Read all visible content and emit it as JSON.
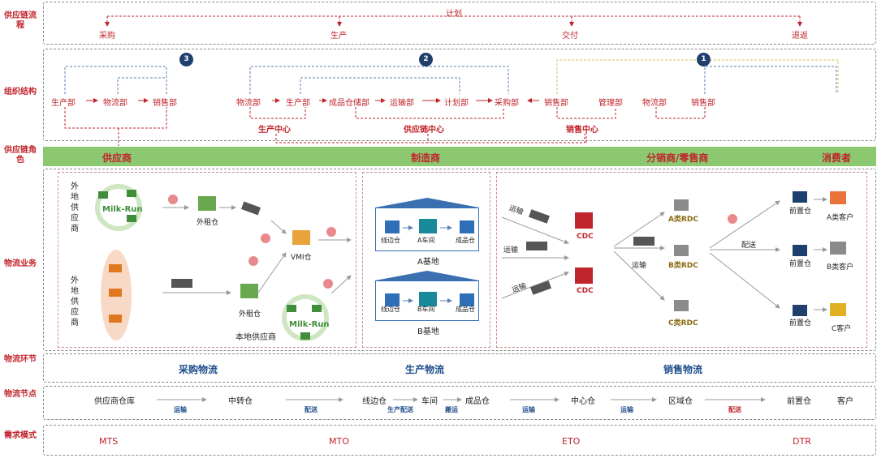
{
  "row_labels": {
    "flow": "供应链流程",
    "org": "组织结构",
    "role": "供应链角色",
    "biz": "物流业务",
    "link": "物流环节",
    "node": "物流节点",
    "demand": "需求模式"
  },
  "flow": {
    "top": "计划",
    "items": [
      "采购",
      "生产",
      "交付",
      "退返"
    ]
  },
  "org": {
    "badges": [
      "3",
      "2",
      "1"
    ],
    "depts": [
      "生产部",
      "物流部",
      "销售部",
      "物流部",
      "生产部",
      "成品仓储部",
      "运输部",
      "计划部",
      "采购部",
      "销售部",
      "管理部",
      "物流部",
      "销售部"
    ],
    "centers": [
      "生产中心",
      "供应链中心",
      "销售中心"
    ]
  },
  "roles": [
    "供应商",
    "制造商",
    "分销商/零售商",
    "消费者"
  ],
  "biz": {
    "supplier": {
      "remote_top": "外地供应商",
      "remote_bottom": "外地供应商",
      "milkrun": "Milk-Run",
      "outer_wh_1": "外租仓",
      "outer_wh_2": "外租仓",
      "vmi": "VMI仓",
      "local": "本地供应商"
    },
    "manufacturer": {
      "base_a": {
        "w1": "线边仓",
        "w2": "A车间",
        "w3": "成品仓",
        "name": "A基地"
      },
      "base_b": {
        "w1": "线边仓",
        "w2": "B车间",
        "w3": "成品仓",
        "name": "B基地"
      }
    },
    "distribution": {
      "transport": "运输",
      "cdc": "CDC",
      "rdc_a": "A类RDC",
      "rdc_b": "B类RDC",
      "rdc_c": "C类RDC",
      "deliver": "配送",
      "front": "前置仓",
      "cust_a": "A类客户",
      "cust_b": "B类客户",
      "cust_c": "C客户"
    }
  },
  "links": [
    "采购物流",
    "生产物流",
    "销售物流"
  ],
  "nodes": {
    "items": [
      "供应商仓库",
      "中转仓",
      "线边仓",
      "车间",
      "成品仓",
      "中心仓",
      "区域仓",
      "前置仓",
      "客户"
    ],
    "arrows": [
      "运输",
      "配送",
      "生产配送",
      "搬运",
      "运输",
      "运输",
      "配送"
    ]
  },
  "demand": [
    "MTS",
    "MTO",
    "ETO",
    "DTR"
  ],
  "colors": {
    "accent": "#c0242c",
    "green": "#8cc870",
    "navy": "#1f3f6d"
  }
}
